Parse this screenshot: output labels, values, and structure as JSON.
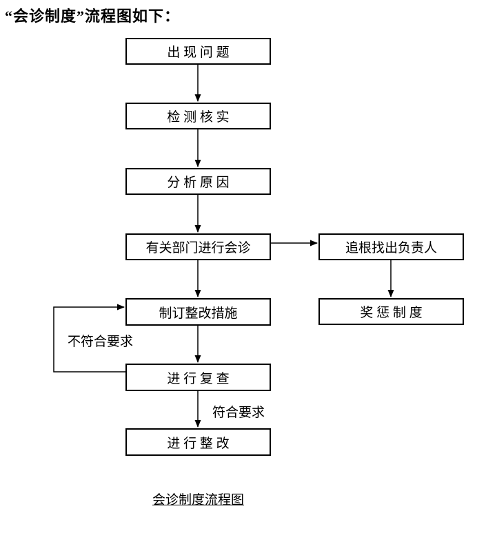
{
  "page": {
    "title": "“会诊制度”流程图如下：",
    "caption": "会诊制度流程图",
    "background_color": "#ffffff",
    "line_color": "#000000",
    "text_color": "#000000"
  },
  "flowchart": {
    "nodes": {
      "problem": {
        "label": "出 现 问 题"
      },
      "verify": {
        "label": "检 测 核 实"
      },
      "analyze": {
        "label": "分 析 原 因"
      },
      "consult": {
        "label": "有关部门进行会诊"
      },
      "measures": {
        "label": "制订整改措施"
      },
      "recheck": {
        "label": "进 行 复 查"
      },
      "rectify": {
        "label": "进 行 整 改"
      },
      "responsible": {
        "label": "追根找出负责人"
      },
      "reward": {
        "label": "奖 惩 制 度"
      }
    },
    "edge_labels": {
      "not_meet": "不符合要求",
      "meet": "符合要求"
    },
    "edges": [
      {
        "from": "problem",
        "to": "verify"
      },
      {
        "from": "verify",
        "to": "analyze"
      },
      {
        "from": "analyze",
        "to": "consult"
      },
      {
        "from": "consult",
        "to": "measures"
      },
      {
        "from": "consult",
        "to": "responsible"
      },
      {
        "from": "responsible",
        "to": "reward"
      },
      {
        "from": "measures",
        "to": "recheck"
      },
      {
        "from": "recheck",
        "to": "measures",
        "label": "不符合要求"
      },
      {
        "from": "recheck",
        "to": "rectify",
        "label": "符合要求"
      }
    ]
  }
}
